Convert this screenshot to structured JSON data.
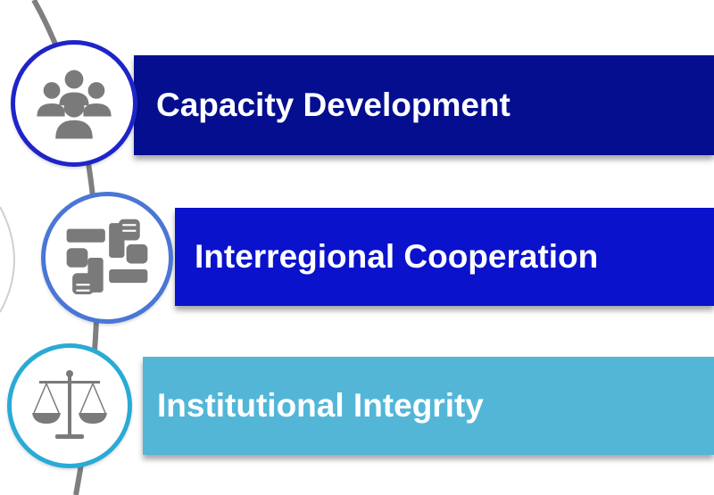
{
  "items": [
    {
      "label": "Capacity Development",
      "icon": "people-group-icon",
      "color": "#040e8e",
      "ring": "#1e24c9"
    },
    {
      "label": "Interregional Cooperation",
      "icon": "joined-hands-icon",
      "color": "#0a12cc",
      "ring": "#4a76d6"
    },
    {
      "label": "Institutional Integrity",
      "icon": "balance-scale-icon",
      "color": "#53b6d7",
      "ring": "#2aaad6"
    }
  ],
  "icon_color": "#7a7a7a"
}
